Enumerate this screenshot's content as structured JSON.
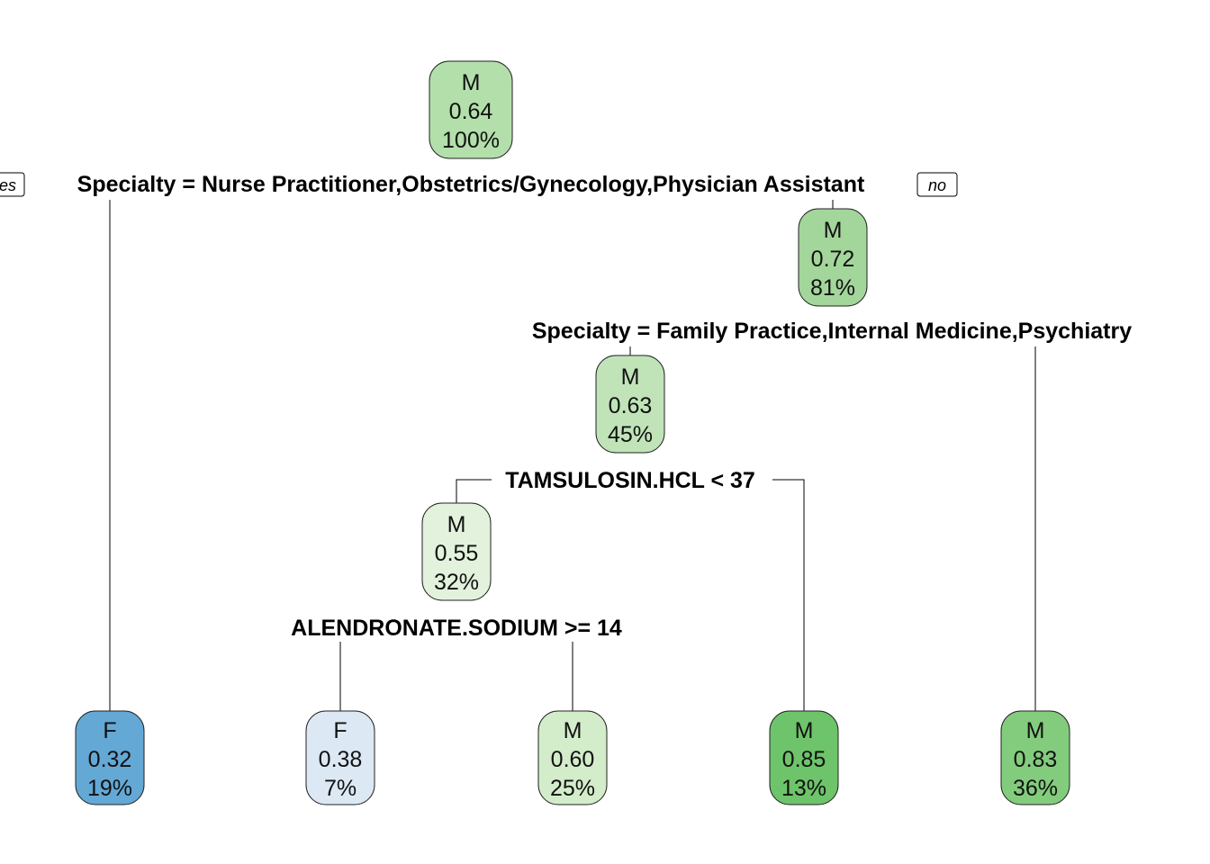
{
  "branch_tags": {
    "left": "yes",
    "right": "no"
  },
  "splits": {
    "s1": "Specialty = Nurse Practitioner,Obstetrics/Gynecology,Physician Assistant",
    "s2": "Specialty = Family Practice,Internal Medicine,Psychiatry",
    "s3": "TAMSULOSIN.HCL < 37",
    "s4": "ALENDRONATE.SODIUM >= 14"
  },
  "nodes": {
    "root": {
      "class": "M",
      "prob": "0.64",
      "pct": "100%",
      "color": "#b3dfab"
    },
    "n3": {
      "class": "M",
      "prob": "0.72",
      "pct": "81%",
      "color": "#a3d69a"
    },
    "n6": {
      "class": "M",
      "prob": "0.63",
      "pct": "45%",
      "color": "#c0e4b8"
    },
    "n12": {
      "class": "M",
      "prob": "0.55",
      "pct": "32%",
      "color": "#e2f2dc"
    },
    "leaf2": {
      "class": "F",
      "prob": "0.32",
      "pct": "19%",
      "color": "#64a8d6"
    },
    "leaf24": {
      "class": "F",
      "prob": "0.38",
      "pct": "7%",
      "color": "#dce9f5"
    },
    "leaf25": {
      "class": "M",
      "prob": "0.60",
      "pct": "25%",
      "color": "#d3ecca"
    },
    "leaf13": {
      "class": "M",
      "prob": "0.85",
      "pct": "13%",
      "color": "#6ec46a"
    },
    "leaf7": {
      "class": "M",
      "prob": "0.83",
      "pct": "36%",
      "color": "#83cc7d"
    }
  }
}
